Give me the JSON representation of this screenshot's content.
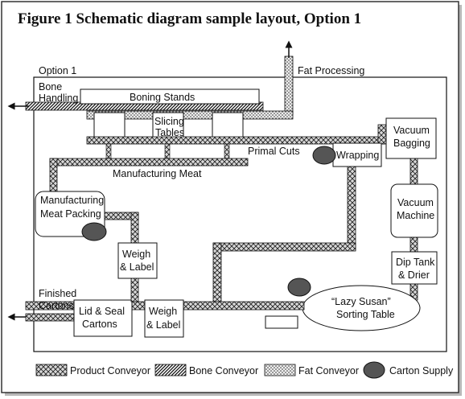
{
  "figure": {
    "title": "Figure 1 Schematic diagram sample layout, Option 1",
    "option_label": "Option 1"
  },
  "labels": {
    "fat_processing": "Fat Processing",
    "bone_handling_1": "Bone",
    "bone_handling_2": "Handling",
    "boning_stands": "Boning Stands",
    "slicing_tables_1": "Slicing",
    "slicing_tables_2": "Tables",
    "primal_cuts": "Primal Cuts",
    "wrapping": "Wrapping",
    "vacuum_bagging_1": "Vacuum",
    "vacuum_bagging_2": "Bagging",
    "manufacturing_meat": "Manufacturing Meat",
    "mfg_meat_packing_1": "Manufacturing",
    "mfg_meat_packing_2": "Meat Packing",
    "vacuum_machine_1": "Vacuum",
    "vacuum_machine_2": "Machine",
    "weigh_label_1_a": "Weigh",
    "weigh_label_1_b": "& Label",
    "dip_tank_1": "Dip Tank",
    "dip_tank_2": "& Drier",
    "finished_cartons_1": "Finished",
    "finished_cartons_2": "Cartons",
    "lid_seal_1": "Lid & Seal",
    "lid_seal_2": "Cartons",
    "weigh_label_2_a": "Weigh",
    "weigh_label_2_b": "& Label",
    "lazy_susan_1": "“Lazy Susan”",
    "lazy_susan_2": "Sorting Table"
  },
  "legend": [
    {
      "label": "Product Conveyor",
      "pattern": "product"
    },
    {
      "label": "Bone Conveyor",
      "pattern": "bone"
    },
    {
      "label": "Fat Conveyor",
      "pattern": "fat"
    },
    {
      "label": "Carton Supply",
      "pattern": "carton"
    }
  ],
  "colors": {
    "ink": "#111111",
    "carton_fill": "#555555",
    "pattern_bg": "#d8d8d8",
    "frame_shadow": "#b0b0b0"
  }
}
